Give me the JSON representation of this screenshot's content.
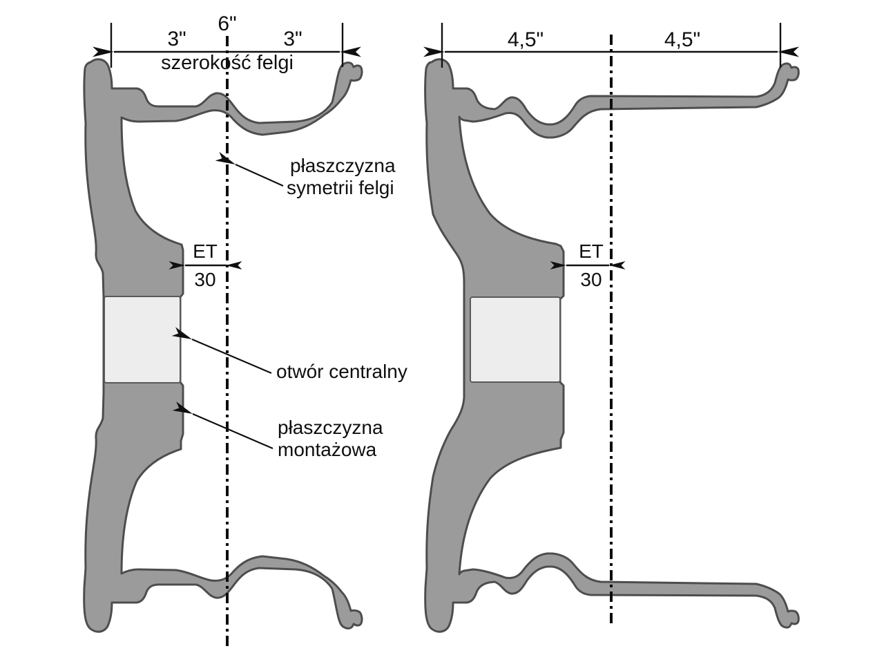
{
  "colors": {
    "background": "#ffffff",
    "rim_fill": "#9b9b9b",
    "rim_outline": "#4d4d4d",
    "bore_fill": "#ededed",
    "line_and_text": "#101010"
  },
  "left_rim": {
    "total_width": "6\"",
    "left_half": "3\"",
    "right_half": "3\"",
    "width_caption": "szerokość felgi",
    "offset_label": "ET",
    "offset_value": "30"
  },
  "right_rim": {
    "left_half": "4,5\"",
    "right_half": "4,5\"",
    "offset_label": "ET",
    "offset_value": "30"
  },
  "annotations": {
    "symmetry_plane_line1": "płaszczyzna",
    "symmetry_plane_line2": "symetrii felgi",
    "center_bore": "otwór centralny",
    "mounting_plane_line1": "płaszczyzna",
    "mounting_plane_line2": "montażowa"
  }
}
